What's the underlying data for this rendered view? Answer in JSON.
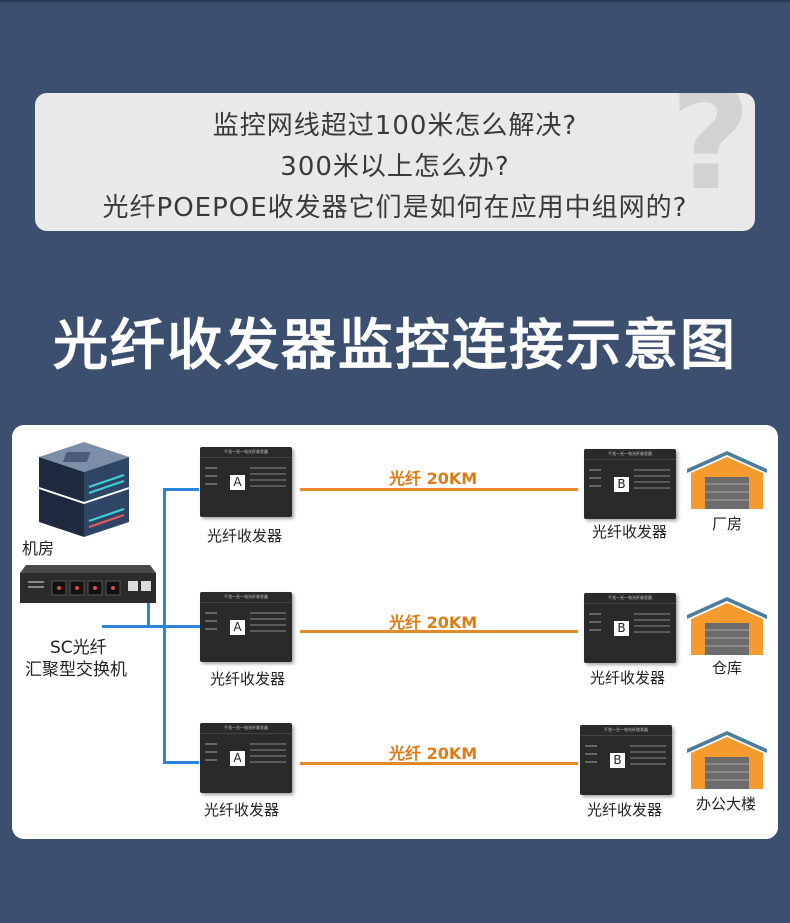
{
  "questions": [
    "监控网线超过100米怎么解决?",
    "300米以上怎么办?",
    "光纤POEPOE收发器它们是如何在应用中组网的?"
  ],
  "question_mark": "?",
  "heading": "光纤收发器监控连接示意图",
  "diagram": {
    "server_room_label": "机房",
    "switch_label_line1": "SC光纤",
    "switch_label_line2": "汇聚型交换机",
    "device_a_letter": "A",
    "device_b_letter": "B",
    "device_label": "光纤收发器",
    "device_top_text": "千兆一光一电光纤收发器",
    "fiber_label": "光纤 20KM",
    "destinations": [
      "厂房",
      "仓库",
      "办公大楼"
    ]
  },
  "colors": {
    "background": "#3d4f6e",
    "fiber": "#e58a2a",
    "link": "#2a84d8",
    "building_orange": "#f59a2d",
    "building_roof": "#4d7d9c"
  }
}
